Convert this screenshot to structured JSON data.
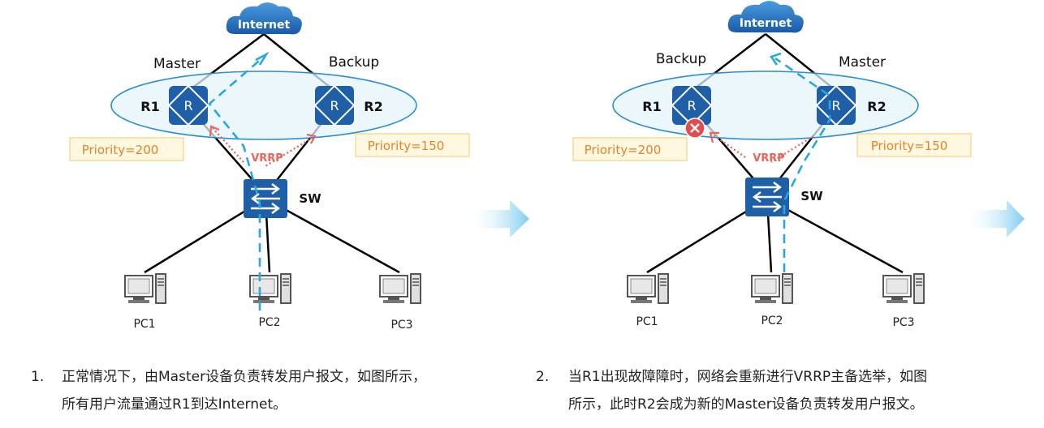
{
  "left": {
    "internet": "Internet",
    "role_r1": "Master",
    "role_r2": "Backup",
    "r1": "R1",
    "r2": "R2",
    "priority_r1": "Priority=200",
    "priority_r2": "Priority=150",
    "vrrp": "VRRP",
    "sw": "SW",
    "pc1": "PC1",
    "pc2": "PC2",
    "pc3": "PC3"
  },
  "right": {
    "internet": "Internet",
    "role_r1": "Backup",
    "role_r2": "Master",
    "r1": "R1",
    "r2": "R2",
    "priority_r1": "Priority=200",
    "priority_r2": "Priority=150",
    "vrrp": "VRRP",
    "sw": "SW",
    "pc1": "PC1",
    "pc2": "PC2",
    "pc3": "PC3"
  },
  "captions": [
    {
      "num": "1.",
      "line1": "正常情况下，由Master设备负责转发用户报文，如图所示，",
      "line2": "所有用户流量通过R1到达Internet。"
    },
    {
      "num": "2.",
      "line1": "当R1出现故障障时，网络会重新进行VRRP主备选举，如图",
      "line2": "所示，此时R2会成为新的Master设备负责转发用户报文。"
    }
  ],
  "colors": {
    "device_blue": "#1f5fa8",
    "flow_blue": "#29a8e0",
    "vrrp_red": "#e8665a",
    "priority_fill": "#fff8e0",
    "priority_border": "#f4d68a",
    "priority_text": "#e0852d",
    "ellipse_stroke": "#2a8fcf",
    "ellipse_fill": "#e6f4fb",
    "fault_red": "#e64b4b"
  }
}
